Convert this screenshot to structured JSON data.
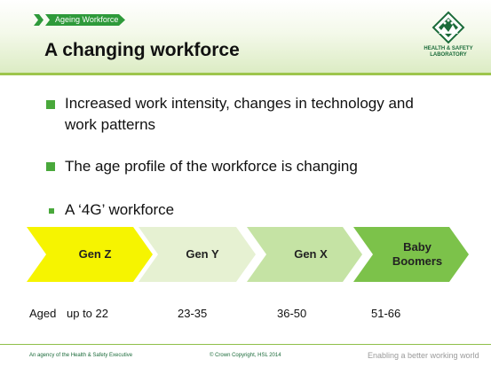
{
  "header": {
    "tag_label": "Ageing Workforce",
    "title": "A changing workforce",
    "logo": {
      "icon": "hsl-logo-icon",
      "line1": "HEALTH & SAFETY",
      "line2": "LABORATORY"
    }
  },
  "bullets": [
    {
      "text": "Increased work intensity, changes in technology and",
      "text2": "work patterns"
    },
    {
      "text": "The age profile of the workforce is changing"
    },
    {
      "text": "A ‘4G’ workforce"
    }
  ],
  "generations": [
    {
      "label": "Gen Z",
      "color": "#f6f400"
    },
    {
      "label": "Gen Y",
      "color": "#e6f1d2"
    },
    {
      "label": "Gen X",
      "color": "#c5e3a4"
    },
    {
      "label_line1": "Baby",
      "label_line2": "Boomers",
      "color": "#7cc24a"
    }
  ],
  "ages": {
    "label": "Aged",
    "values": [
      "up to 22",
      "23-35",
      "36-50",
      "51-66"
    ]
  },
  "footer": {
    "left": "An agency of the Health & Safety Executive",
    "center": "© Crown Copyright, HSL 2014",
    "right": "Enabling a better working world"
  },
  "colors": {
    "accent_green": "#49a83b",
    "brand_green": "#1b6b3a"
  }
}
